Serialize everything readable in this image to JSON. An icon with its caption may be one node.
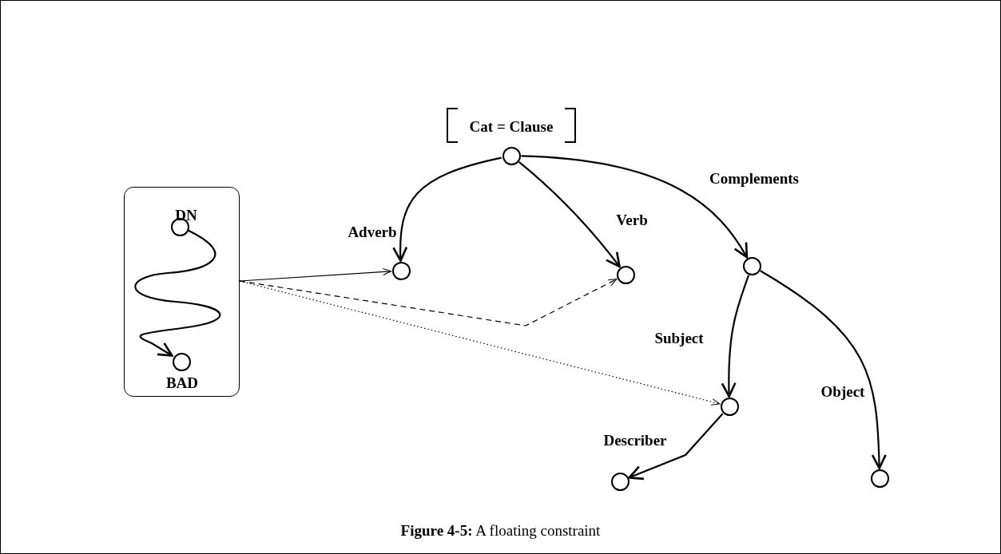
{
  "diagram": {
    "caption": "**Figure 4-5:**  A floating constraint",
    "nodes": [
      {
        "text": [],
        "shape": "box"
      },
      {
        "text": [
          "DN"
        ],
        "in": 0
      },
      {
        "text": [
          "BAD"
        ],
        "in": 0
      },
      {
        "text": [
          "Cat = Clause"
        ]
      },
      {
        "text": [],
        "shape": "circle"
      },
      {
        "text": [],
        "shape": "circle"
      },
      {
        "text": [],
        "shape": "circle"
      },
      {
        "text": [],
        "shape": "circle"
      },
      {
        "text": [],
        "shape": "circle"
      },
      {
        "text": [],
        "shape": "circle"
      }
    ],
    "edges": [
      {
        "from": 1,
        "to": 2,
        "arrow": "to"
      },
      {
        "from": 3,
        "to": 4,
        "label": "Adverb",
        "arrow": "to"
      },
      {
        "from": 3,
        "to": 5,
        "label": "Verb",
        "arrow": "to"
      },
      {
        "from": 3,
        "to": 6,
        "label": "Complements",
        "arrow": "to"
      },
      {
        "from": 6,
        "to": 7,
        "label": "Subject",
        "arrow": "to"
      },
      {
        "from": 6,
        "to": 9,
        "label": "Object",
        "arrow": "to"
      },
      {
        "from": 7,
        "to": 8,
        "label": "Describer",
        "arrow": "to"
      },
      {
        "from": 0,
        "to": 4,
        "arrow": "to"
      },
      {
        "from": 0,
        "to": 5,
        "arrow": "to",
        "style": "dashed"
      },
      {
        "from": 0,
        "to": 7,
        "arrow": "to",
        "style": "dashed"
      }
    ]
  }
}
